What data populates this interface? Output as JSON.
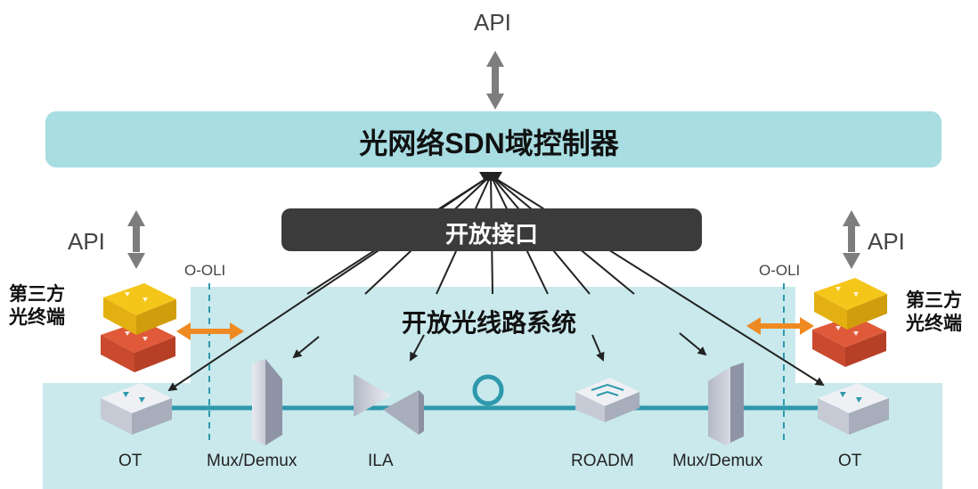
{
  "api_top": "API",
  "api_left": "API",
  "api_right": "API",
  "controller_title": "光网络SDN域控制器",
  "open_interface": "开放接口",
  "ols_title": "开放光线路系统",
  "third_party_left": [
    "第三方",
    "光终端"
  ],
  "third_party_right": [
    "第三方",
    "光终端"
  ],
  "ooli_left": "O-OLI",
  "ooli_right": "O-OLI",
  "devices": {
    "ot_left": "OT",
    "mux_left": "Mux/Demux",
    "ila": "ILA",
    "roadm": "ROADM",
    "mux_right": "Mux/Demux",
    "ot_right": "OT"
  },
  "colors": {
    "controller_bg": "#a8dde2",
    "ols_bg": "#c9e9ec",
    "fiber": "#2e98ac",
    "orange_arrow": "#ef8a22",
    "gray_arrow": "#7d7d7d",
    "interface_bar": "#3b3b3b"
  }
}
